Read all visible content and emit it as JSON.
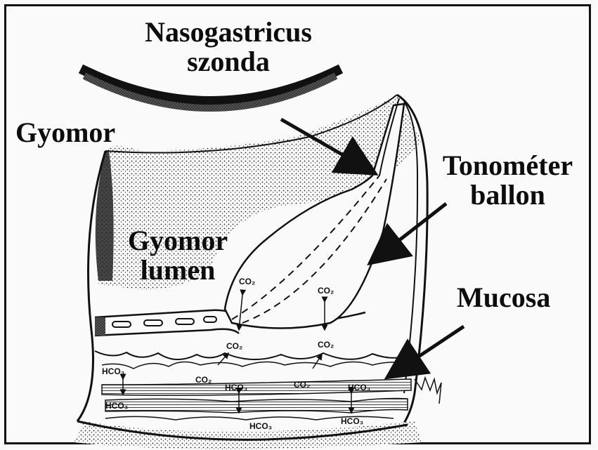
{
  "labels": {
    "probe_line1": "Nasogastricus",
    "probe_line2": "szonda",
    "stomach": "Gyomor",
    "tonometer_line1": "Tonométer",
    "tonometer_line2": "ballon",
    "lumen_line1": "Gyomor",
    "lumen_line2": "lumen",
    "mucosa": "Mucosa"
  },
  "chemistry": {
    "co2_balloon_left": "CO₂",
    "co2_balloon_right": "CO₂",
    "co2_lumen_left": "CO₂",
    "co2_lumen_right": "CO₂",
    "co2_mucosa_left": "CO₂",
    "co2_mucosa_mid": "CO₂",
    "hco3_top_left": "HCO₃",
    "hco3_mid": "HCO₃",
    "hco3_right": "HCO₃",
    "hco3_lower_left": "HCO₃",
    "hco3_bottom_mid": "HCO₃",
    "hco3_bottom_right": "HCO₃"
  },
  "colors": {
    "ink": "#111111",
    "paper": "#fafafa"
  }
}
